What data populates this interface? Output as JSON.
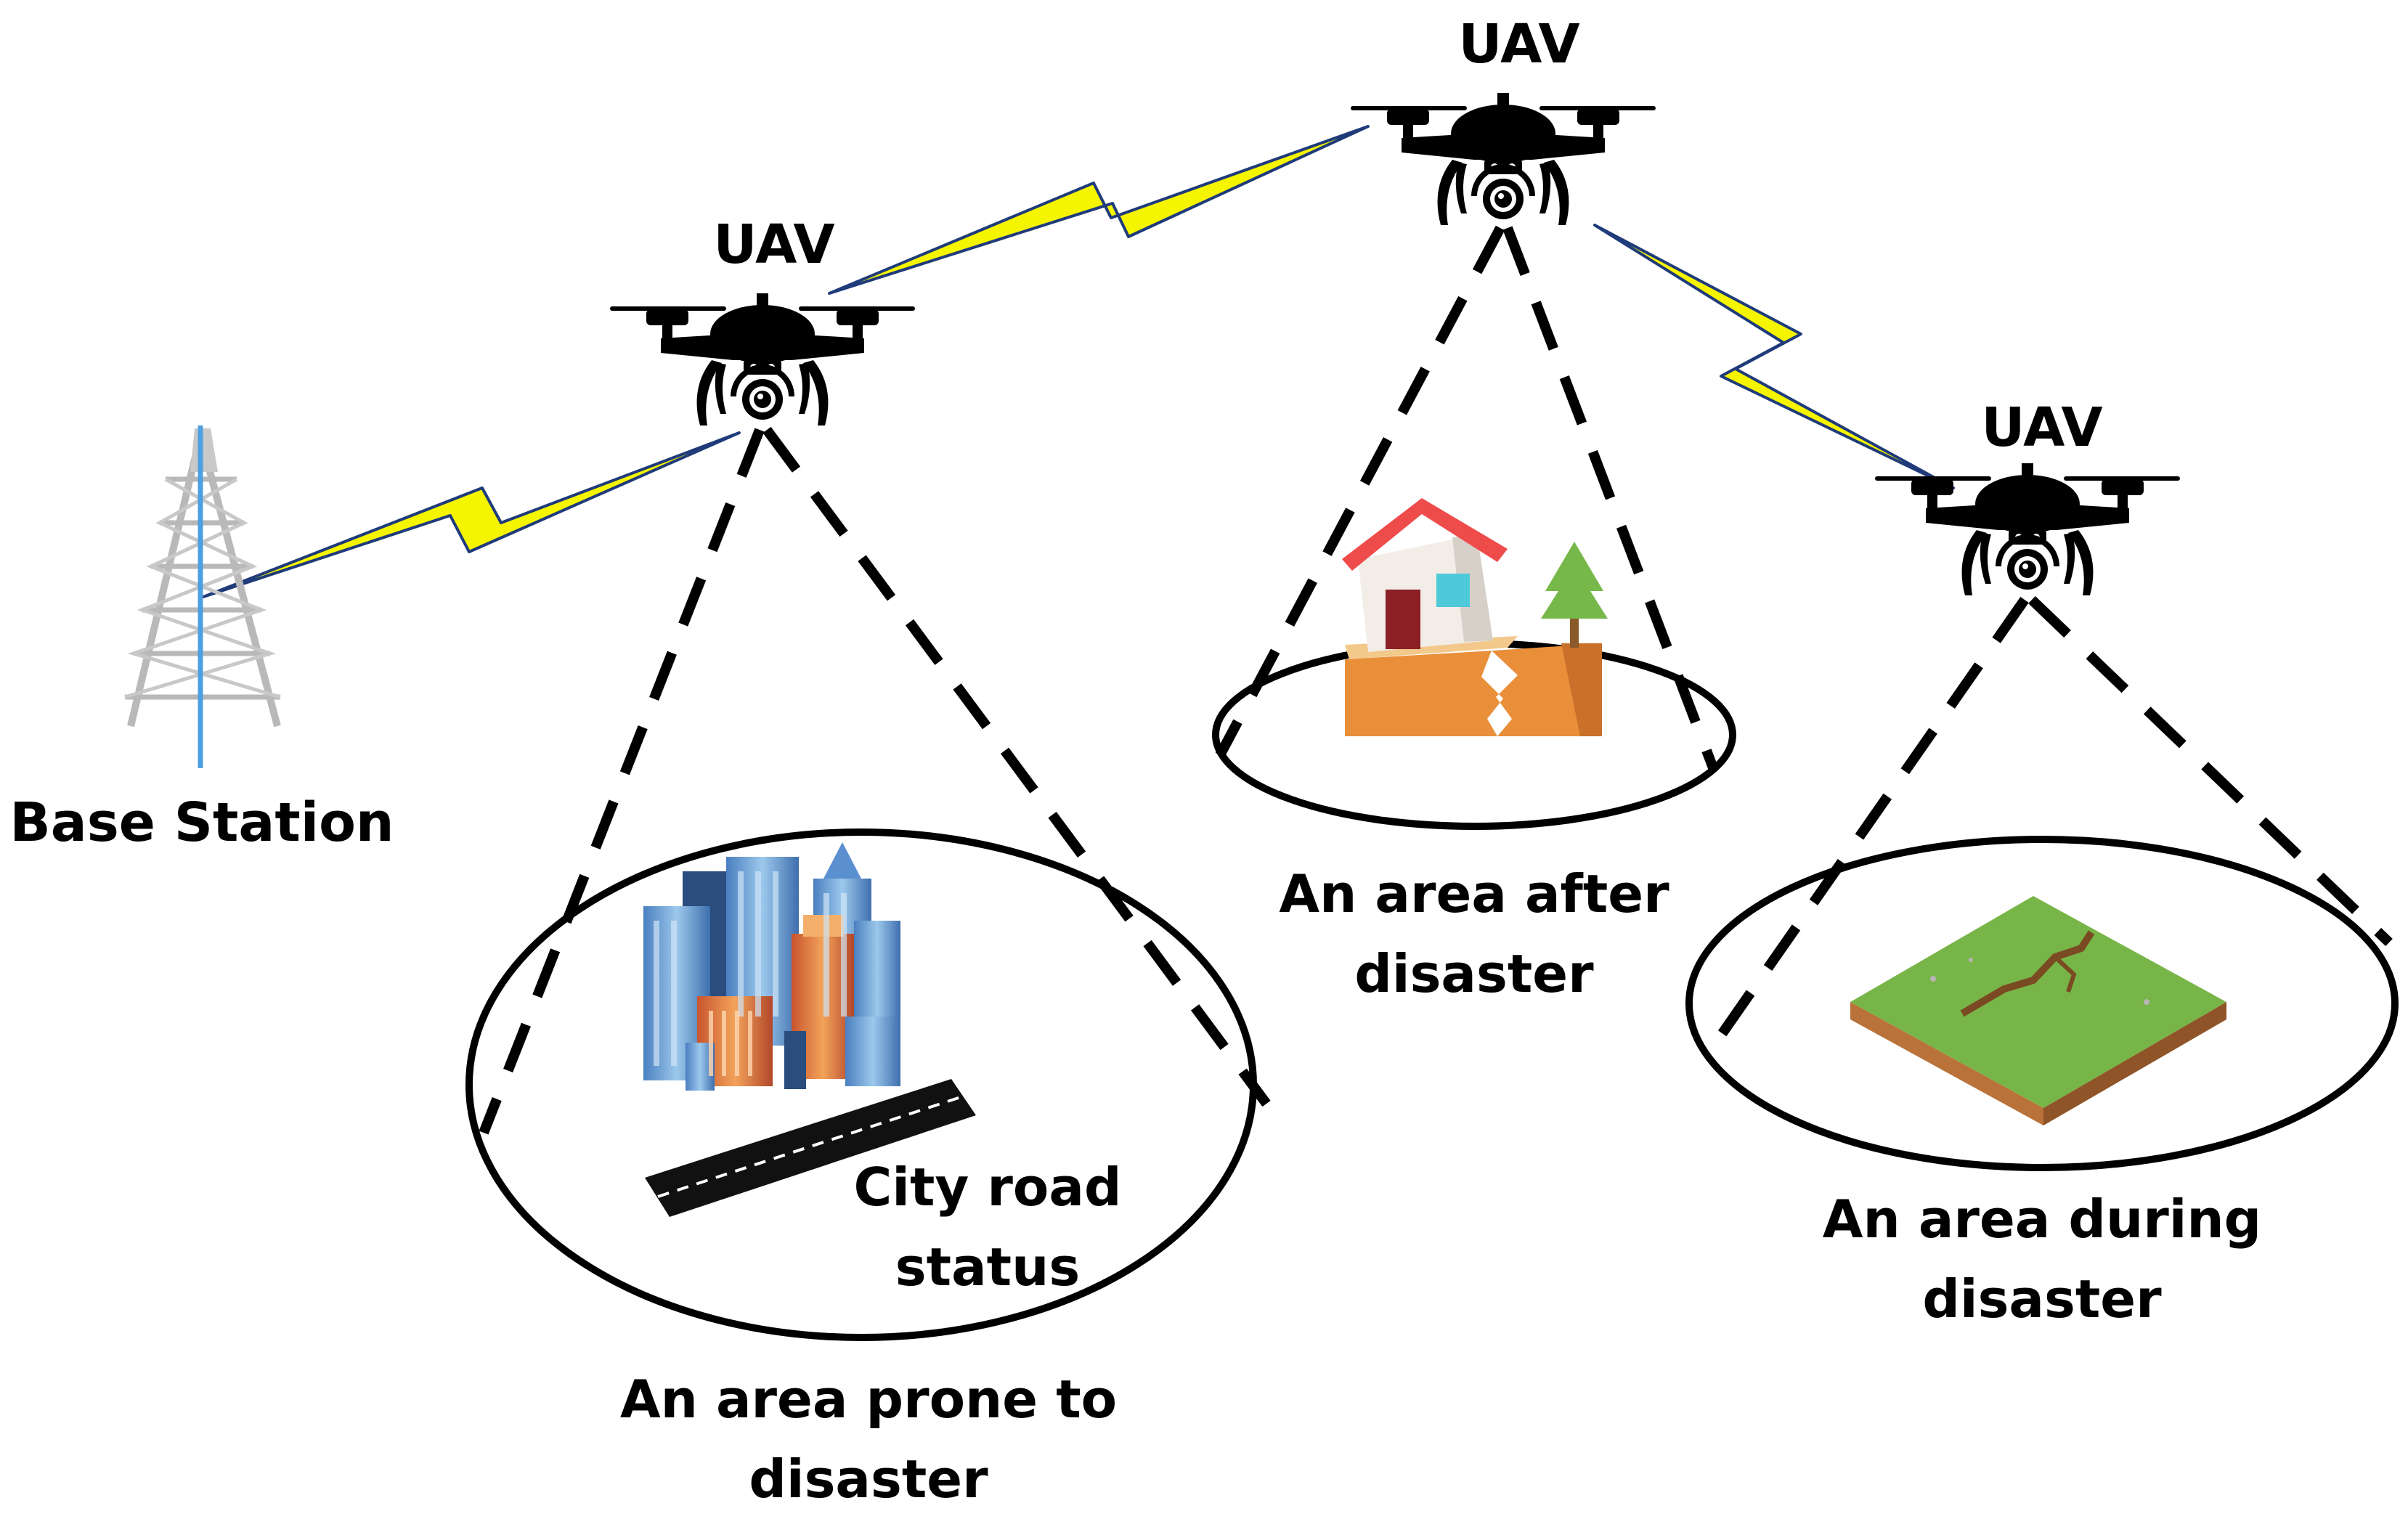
{
  "labels": {
    "uav_left": "UAV",
    "uav_top": "UAV",
    "uav_right": "UAV",
    "base_station": "Base Station",
    "city_road_line1": "City road",
    "city_road_line2": "status",
    "area_prone_line1": "An area prone to",
    "area_prone_line2": "disaster",
    "area_after_line1": "An area after",
    "area_after_line2": "disaster",
    "area_during_line1": "An area during",
    "area_during_line2": "disaster"
  },
  "icons": {
    "tower": "transmission-tower-icon",
    "drone": "quadcopter-drone-icon",
    "link": "lightning-link-icon",
    "city": "city-buildings-icon",
    "road": "road-icon",
    "house": "cracked-house-icon",
    "ground": "cracked-ground-icon"
  },
  "colors": {
    "link_fill": "#f5f500",
    "link_stroke": "#1f3b7a",
    "tower_gray": "#b9b9b9",
    "tower_blue": "#4f9fe0",
    "dash": "#000000",
    "roof_red": "#ee4b4b",
    "ground_orange": "#e98f3a",
    "grass_green": "#78b548",
    "soil_brown": "#b9733a"
  }
}
